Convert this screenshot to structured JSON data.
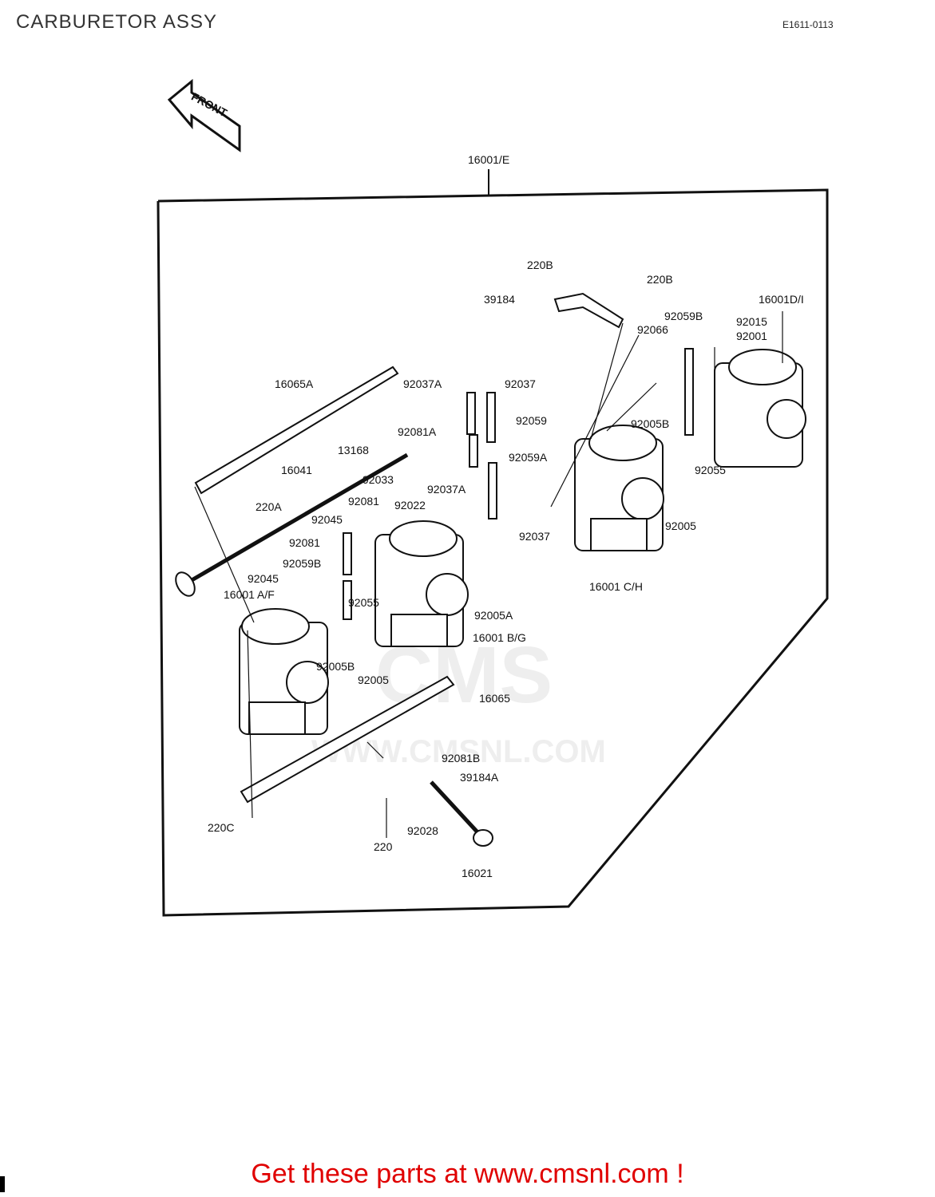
{
  "header": {
    "title": "CARBURETOR ASSY",
    "diagram_code": "E1611-0113"
  },
  "front_arrow": {
    "label": "FRONT"
  },
  "watermark": {
    "logo": "CMS",
    "url": "WWW.CMSNL.COM"
  },
  "callouts": [
    "16001/E",
    "220B",
    "220B",
    "39184",
    "92059B",
    "92015",
    "92066",
    "16001D/I",
    "92001",
    "92037A",
    "92037",
    "16065A",
    "92059",
    "92081A",
    "92005B",
    "13168",
    "92059A",
    "92033",
    "16041",
    "92037A",
    "92055",
    "220A",
    "92081",
    "92022",
    "92045",
    "92037",
    "92005",
    "92081",
    "92059B",
    "92045",
    "16001 A/F",
    "16001 C/H",
    "92055",
    "92005A",
    "16001 B/G",
    "92005B",
    "92005",
    "16065",
    "92081B",
    "39184A",
    "220C",
    "220",
    "92028",
    "16021"
  ],
  "footer": {
    "text": "Get these parts at www.cmsnl.com !"
  }
}
